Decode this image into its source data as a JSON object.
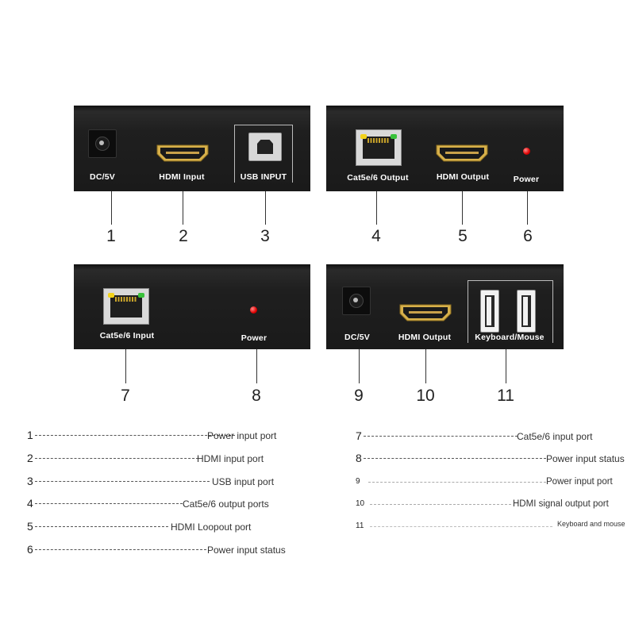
{
  "panels": {
    "top_left": {
      "dc": "DC/5V",
      "hdmi": "HDMI  Input",
      "usb": "USB INPUT"
    },
    "top_right": {
      "cat": "Cat5e/6 Output",
      "hdmi": "HDMI  Output",
      "power": "Power"
    },
    "bottom_left": {
      "cat": "Cat5e/6 Input",
      "power": "Power"
    },
    "bottom_right": {
      "dc": "DC/5V",
      "hdmi": "HDMI  Output",
      "kbm": "Keyboard/Mouse"
    }
  },
  "callouts": [
    "1",
    "2",
    "3",
    "4",
    "5",
    "6",
    "7",
    "8",
    "9",
    "10",
    "11"
  ],
  "legend_left": [
    {
      "num": "1",
      "text": "Power input port"
    },
    {
      "num": "2",
      "text": "HDMI input port"
    },
    {
      "num": "3",
      "text": "USB input port"
    },
    {
      "num": "4",
      "text": "Cat5e/6 output ports"
    },
    {
      "num": "5",
      "text": "HDMI Loopout port"
    },
    {
      "num": "6",
      "text": "Power input status"
    }
  ],
  "legend_right": [
    {
      "num": "7",
      "text": "Cat5e/6 input port"
    },
    {
      "num": "8",
      "text": "Power input status"
    },
    {
      "num": "9",
      "text": "Power input port"
    },
    {
      "num": "10",
      "text": "HDMI signal output port"
    },
    {
      "num": "11",
      "text": "Keyboard and mouse"
    }
  ],
  "colors": {
    "panel": "#1c1c1c",
    "hdmi_gold": "#d7b04a",
    "led_red": "#e00000",
    "led_green": "#39c23a",
    "led_yellow": "#f2d21a"
  }
}
